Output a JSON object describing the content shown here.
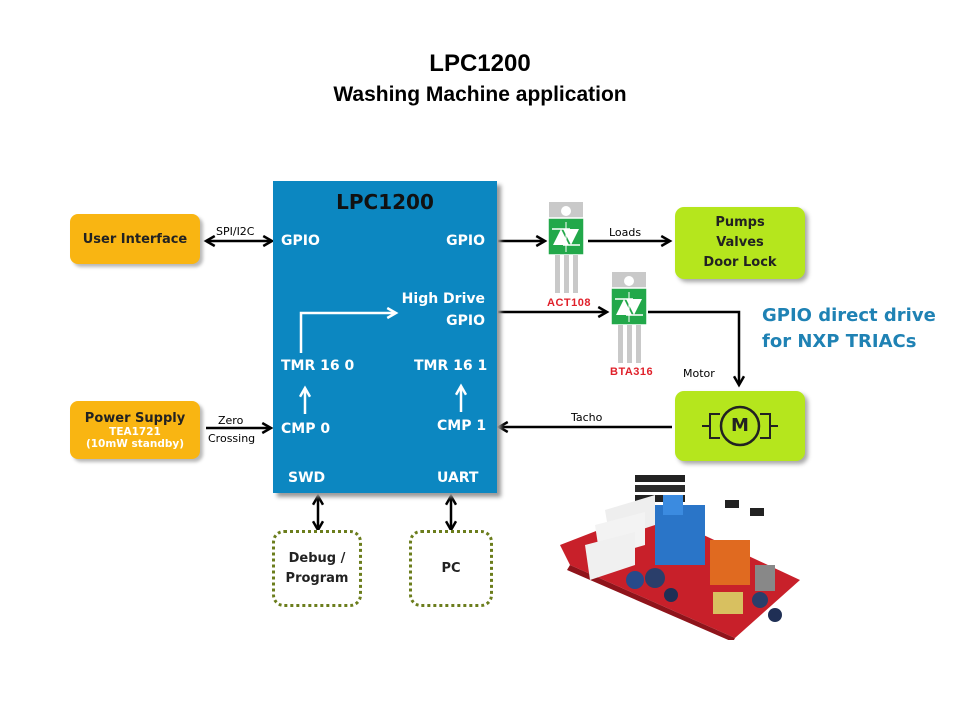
{
  "title": {
    "line1": "LPC1200",
    "line2": "Washing Machine application"
  },
  "colors": {
    "chip_blue": "#0c87c1",
    "orange": "#f9b512",
    "lime": "#b5e61d",
    "triac_green": "#22a84a",
    "part_red": "#e0202a",
    "note_blue": "#1f82b4"
  },
  "chip": {
    "name": "LPC1200",
    "left_gpio": "GPIO",
    "right_gpio": "GPIO",
    "high_drive_line1": "High Drive",
    "high_drive_line2": "GPIO",
    "tmr0": "TMR 16 0",
    "tmr1": "TMR 16 1",
    "cmp0": "CMP 0",
    "cmp1": "CMP 1",
    "swd": "SWD",
    "uart": "UART"
  },
  "blocks": {
    "user_interface": "User Interface",
    "power_supply": {
      "title": "Power Supply",
      "part": "TEA1721",
      "note": "(10mW standby)"
    },
    "loads_box": [
      "Pumps",
      "Valves",
      "Door Lock"
    ],
    "motor_symbol": "M",
    "debug": [
      "Debug /",
      "Program"
    ],
    "pc": "PC"
  },
  "connections": {
    "spi_i2c": "SPI/I2C",
    "zero_crossing": [
      "Zero",
      "Crossing"
    ],
    "loads": "Loads",
    "motor": "Motor",
    "tacho": "Tacho"
  },
  "triacs": [
    {
      "part": "ACT108"
    },
    {
      "part": "BTA316"
    }
  ],
  "note": [
    "GPIO direct drive",
    "for NXP TRIACs"
  ],
  "photo": {
    "icon": "washing-machine-controller-board-photo"
  }
}
